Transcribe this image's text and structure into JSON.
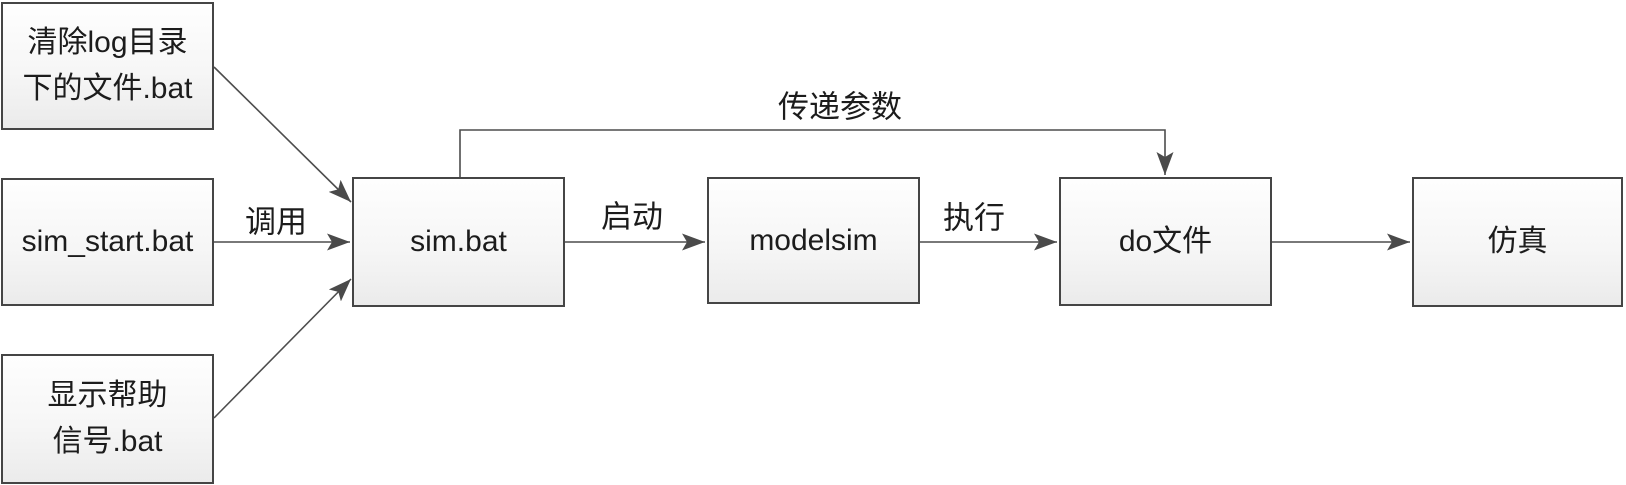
{
  "diagram": {
    "type": "flowchart",
    "nodes": {
      "clear_log": {
        "line1": "清除log目录",
        "line2": "下的文件.bat"
      },
      "sim_start": {
        "label": "sim_start.bat"
      },
      "show_help": {
        "line1": "显示帮助",
        "line2": "信号.bat"
      },
      "sim_bat": {
        "label": "sim.bat"
      },
      "modelsim": {
        "label": "modelsim"
      },
      "do_file": {
        "label": "do文件"
      },
      "simulation": {
        "label": "仿真"
      }
    },
    "edge_labels": {
      "call": "调用",
      "start": "启动",
      "execute": "执行",
      "pass_params": "传递参数"
    },
    "edges": [
      {
        "from": "clear_log",
        "to": "sim_bat",
        "label": ""
      },
      {
        "from": "sim_start",
        "to": "sim_bat",
        "label": "调用"
      },
      {
        "from": "show_help",
        "to": "sim_bat",
        "label": ""
      },
      {
        "from": "sim_bat",
        "to": "modelsim",
        "label": "启动"
      },
      {
        "from": "modelsim",
        "to": "do_file",
        "label": "执行"
      },
      {
        "from": "do_file",
        "to": "simulation",
        "label": ""
      },
      {
        "from": "sim_bat",
        "to": "do_file",
        "label": "传递参数",
        "route": "elbow-over-top"
      }
    ],
    "colors": {
      "background": "#ffffff",
      "box_border": "#454545",
      "box_fill_top": "#fefefe",
      "box_fill_bottom": "#ebebeb",
      "connector": "#4d4d4d",
      "text": "#1c1c1c"
    }
  }
}
